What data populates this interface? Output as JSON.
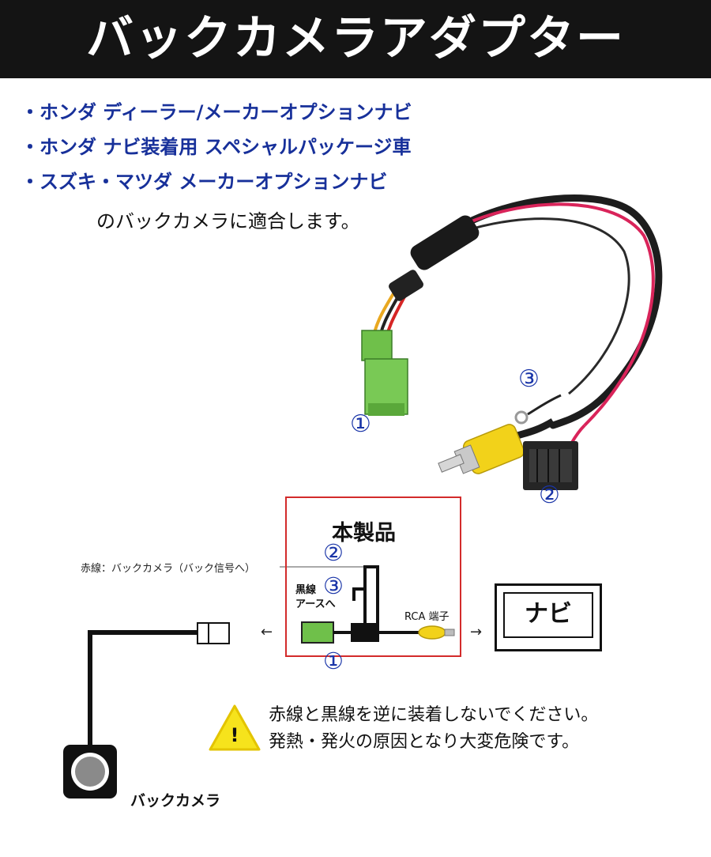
{
  "title": "バックカメラアダプター",
  "compatibility": {
    "items": [
      "・ホンダ ディーラー/メーカーオプションナビ",
      "・ホンダ ナビ装着用 スペシャルパッケージ車",
      "・スズキ・マツダ メーカーオプションナビ"
    ],
    "note": "のバックカメラに適合します。"
  },
  "photo_markers": {
    "m1": "①",
    "m2": "②",
    "m3": "③"
  },
  "diagram": {
    "product_label": "本製品",
    "marker_2": "②",
    "marker_3": "③",
    "marker_1": "①",
    "red_wire_label": "赤線：バックカメラ（バック信号へ）",
    "black_wire_label_1": "黒線",
    "black_wire_label_2": "アースへ",
    "rca_label": "RCA 端子",
    "navi_label": "ナビ",
    "arrow_left": "←",
    "arrow_right": "→",
    "camera_label": "バックカメラ"
  },
  "warning": {
    "icon": "warning-triangle-icon",
    "symbol": "!",
    "line1": "赤線と黒線を逆に装着しないでください。",
    "line2": "発熱・発火の原因となり大変危険です。"
  },
  "colors": {
    "title_bg": "#141414",
    "accent_blue": "#17309a",
    "box_red": "#d32b2b",
    "connector_green": "#6fc04a",
    "rca_yellow": "#f2d21a",
    "warning_yellow": "#f6e31c"
  }
}
